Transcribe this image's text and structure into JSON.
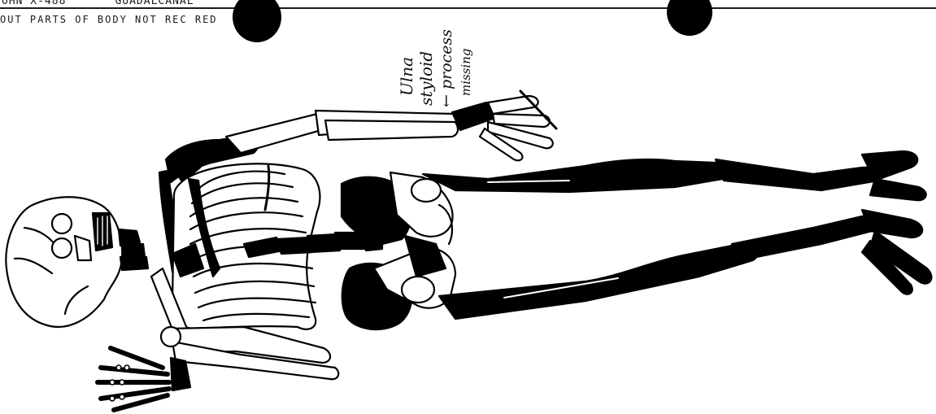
{
  "header": {
    "name_code": "OHN  X-488",
    "location": "GUADALCANAL",
    "note_line": "OUT PARTS OF BODY NOT REC  RED"
  },
  "annotation": {
    "line1": "Ulna",
    "line2": "styloid",
    "line3": "← process",
    "line4": "missing"
  },
  "colors": {
    "ink": "#000000",
    "paper": "#ffffff"
  }
}
